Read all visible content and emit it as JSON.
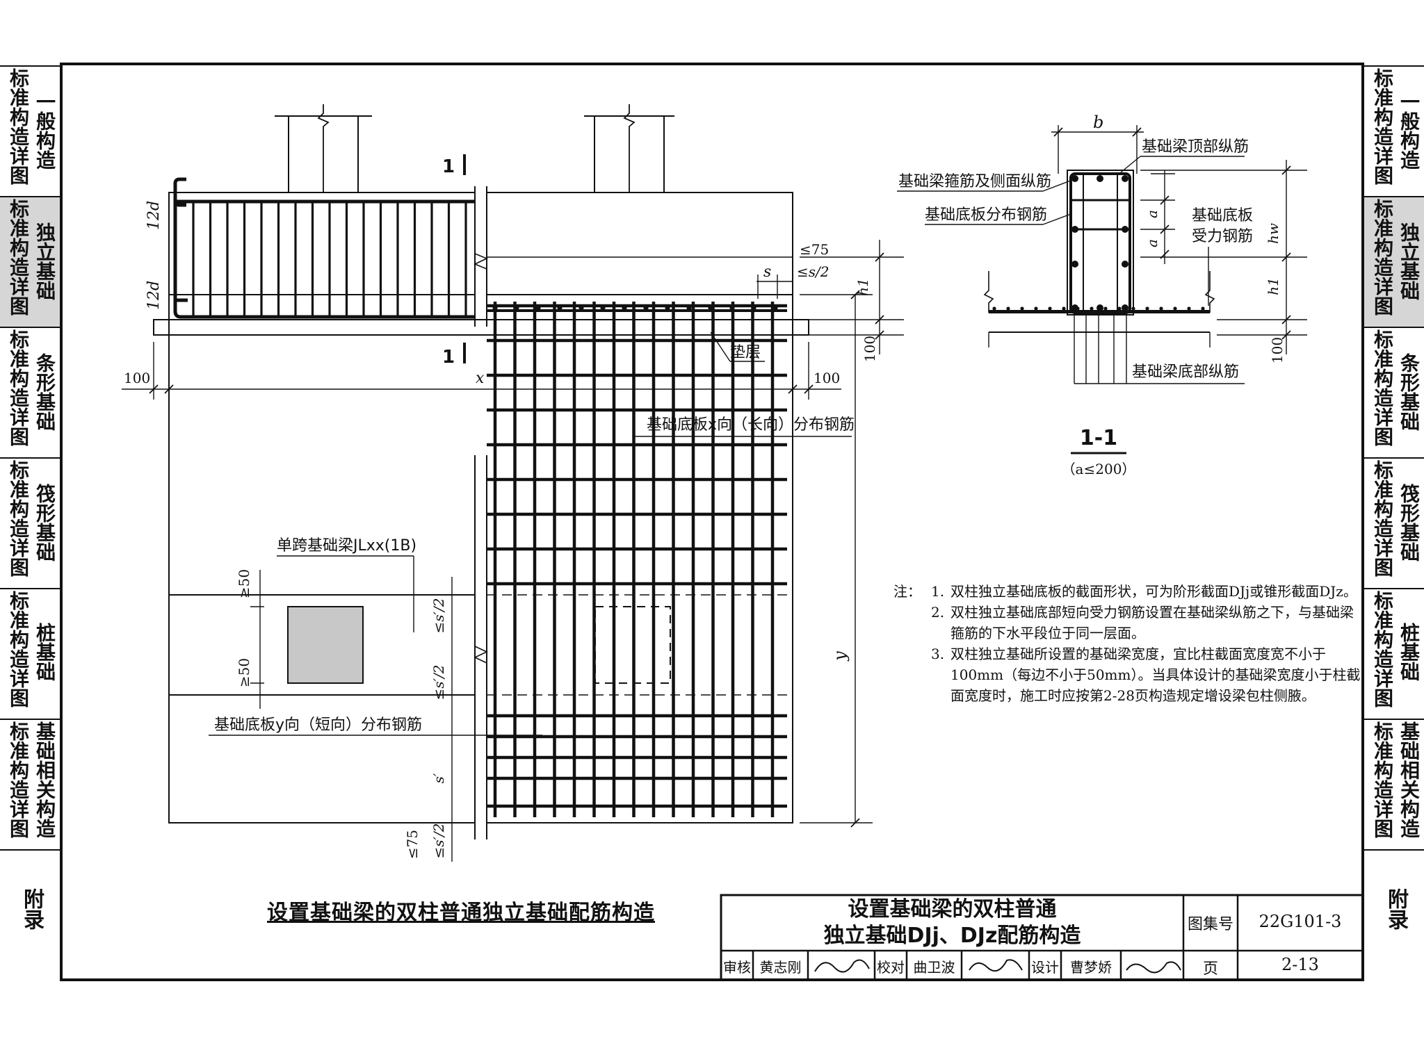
{
  "sidebar_left": [
    {
      "col1": "标准构造详图",
      "col2": "一般构造",
      "active": false
    },
    {
      "col1": "标准构造详图",
      "col2": "独立基础",
      "active": true
    },
    {
      "col1": "标准构造详图",
      "col2": "条形基础",
      "active": false
    },
    {
      "col1": "标准构造详图",
      "col2": "筏形基础",
      "active": false
    },
    {
      "col1": "标准构造详图",
      "col2": "桩基础",
      "active": false
    },
    {
      "col1": "标准构造详图",
      "col2": "基础相关构造",
      "active": false
    }
  ],
  "appendix_label": "附录",
  "elevation": {
    "section_mark": "1",
    "dim_12d": "12d",
    "dim_75": "≤75",
    "dim_s": "s",
    "dim_s2": "≤s/2",
    "dim_h1": "h1",
    "dim_100": "100",
    "x_label": "x",
    "cushion_label": "垫层"
  },
  "plan": {
    "x_rebar_label": "基础底板x向（长向）分布钢筋",
    "beam_label": "单跨基础梁JLxx(1B)",
    "y_rebar_label": "基础底板y向（短向）分布钢筋",
    "dim_50": "≥50",
    "dim_s_prime_2": "≤s′/2",
    "dim_s_prime": "s′",
    "dim_75": "≤75",
    "y_label": "y"
  },
  "section": {
    "b_label": "b",
    "top_rebar": "基础梁顶部纵筋",
    "stirrup": "基础梁箍筋及侧面纵筋",
    "distribution": "基础底板分布钢筋",
    "slab_label_1": "基础底板",
    "slab_label_2": "受力钢筋",
    "a_label": "a",
    "hw_label": "hw",
    "h1_label": "h1",
    "bottom_rebar": "基础梁底部纵筋",
    "dim_100": "100",
    "title": "1-1",
    "subtitle": "（a≤200）"
  },
  "notes": {
    "lead": "注：",
    "items": [
      {
        "num": "1.",
        "text": "双柱独立基础底板的截面形状，可为阶形截面DJj或锥形截面DJz。"
      },
      {
        "num": "2.",
        "text": "双柱独立基础底部短向受力钢筋设置在基础梁纵筋之下，与基础梁箍筋的下水平段位于同一层面。"
      },
      {
        "num": "3.",
        "text": "双柱独立基础所设置的基础梁宽度，宜比柱截面宽度宽不小于100mm（每边不小于50mm）。当具体设计的基础梁宽度小于柱截面宽度时，施工时应按第2-28页构造规定增设梁包柱侧腋。"
      }
    ]
  },
  "drawing_title": "设置基础梁的双柱普通独立基础配筋构造",
  "title_block": {
    "title_line1": "设置基础梁的双柱普通",
    "title_line2": "独立基础DJj、DJz配筋构造",
    "atlas_label": "图集号",
    "atlas_no": "22G101-3",
    "review_label": "审核",
    "reviewer": "黄志刚",
    "check_label": "校对",
    "checker": "曲卫波",
    "design_label": "设计",
    "designer": "曹梦娇",
    "page_label": "页",
    "page_no": "2-13"
  }
}
